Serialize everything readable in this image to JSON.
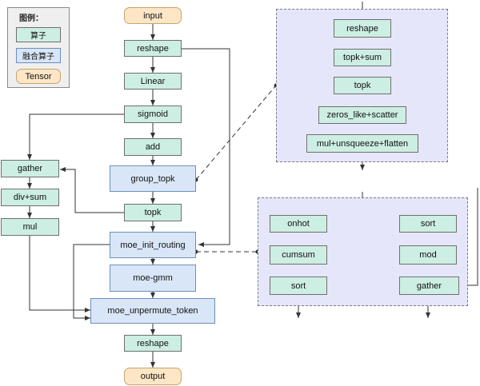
{
  "legend": {
    "title": "图例：",
    "operator": "算子",
    "fused_operator": "融合算子",
    "tensor": "Tensor"
  },
  "main_flow": {
    "input": "input",
    "reshape_top": "reshape",
    "linear": "Linear",
    "sigmoid": "sigmoid",
    "add": "add",
    "group_topk": "group_topk",
    "topk": "topk",
    "moe_init_routing": "moe_init_routing",
    "moe_gmm": "moe-gmm",
    "moe_unpermute_token": "moe_unpermute_token",
    "reshape_bottom": "reshape",
    "output": "output"
  },
  "side_flow": {
    "gather": "gather",
    "div_sum": "div+sum",
    "mul": "mul"
  },
  "group_topk_detail": {
    "reshape": "reshape",
    "topk_sum": "topk+sum",
    "topk": "topk",
    "zeros_like_scatter": "zeros_like+scatter",
    "mul_unsqueeze_flatten": "mul+unsqueeze+flatten"
  },
  "init_routing_detail": {
    "onhot": "onhot",
    "cumsum": "cumsum",
    "sort_left": "sort",
    "sort_right": "sort",
    "mod": "mod",
    "gather": "gather"
  },
  "colors": {
    "operator_fill": "#cdeee3",
    "fused_fill": "#d9e6f7",
    "tensor_fill": "#fde6c6",
    "panel_fill": "#e6e6fa",
    "line": "#333333"
  }
}
